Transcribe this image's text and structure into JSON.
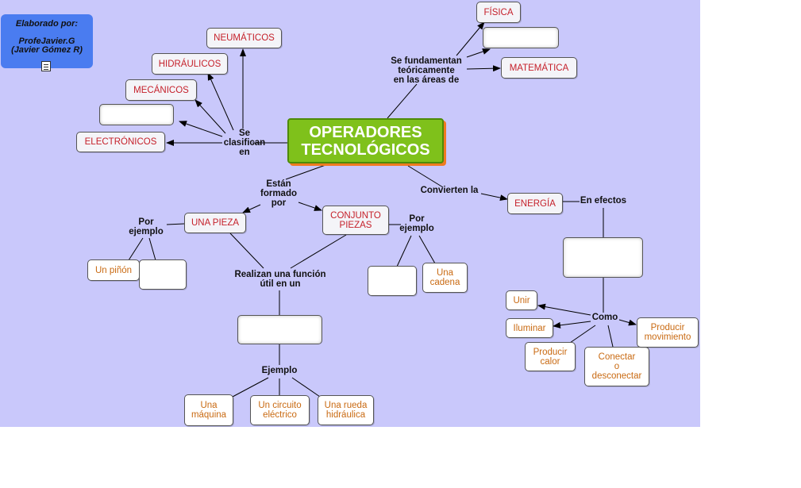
{
  "author": {
    "line1": "Elaborado por:",
    "line2": "ProfeJavier.G",
    "line3": "(Javier Gómez R)",
    "icon": "document-icon"
  },
  "main": "OPERADORES\nTECNOLÓGICOS",
  "nodes": {
    "neumaticos": "NEUMÁTICOS",
    "hidraulicos": "HIDRÁULICOS",
    "mecanicos": "MECÁNICOS",
    "blank_tipo": "",
    "electronicos": "ELECTRÓNICOS",
    "fisica": "FÍSICA",
    "blank_area": "",
    "matematica": "MATEMÁTICA",
    "una_pieza": "UNA PIEZA",
    "conjunto_piezas": "CONJUNTO\nPIEZAS",
    "energia": "ENERGÍA",
    "un_pinon": "Un piñón",
    "blank_pieza_ej": "",
    "blank_conjunto_ej": "",
    "una_cadena": "Una\ncadena",
    "blank_funcion": "",
    "una_maquina": "Una\nmáquina",
    "un_circuito": "Un circuito\neléctrico",
    "una_rueda": "Una rueda\nhidráulica",
    "blank_efecto": "",
    "unir": "Unir",
    "iluminar": "Iluminar",
    "producir_calor": "Producir\ncalor",
    "conectar": "Conectar\no\ndesconectar",
    "producir_movimiento": "Producir\nmovimiento"
  },
  "links": {
    "se_clasifican": "Se\nclasifican\nen",
    "se_fundamentan": "Se fundamentan\nteóricamente\nen las áreas de",
    "estan_formado": "Están\nformado\npor",
    "convierten": "Convierten la",
    "en_efectos": "En efectos",
    "por_ejemplo_1": "Por\nejemplo",
    "por_ejemplo_2": "Por\nejemplo",
    "realizan": "Realizan una función\nútil en un",
    "ejemplo": "Ejemplo",
    "como": "Como"
  },
  "colors": {
    "canvas": "#c9c8fb",
    "main_fill": "#7fc11b",
    "main_shadow": "#f07a20",
    "author_fill": "#4a7cf0",
    "red_text": "#c5202a",
    "orange_text": "#c96a12"
  }
}
